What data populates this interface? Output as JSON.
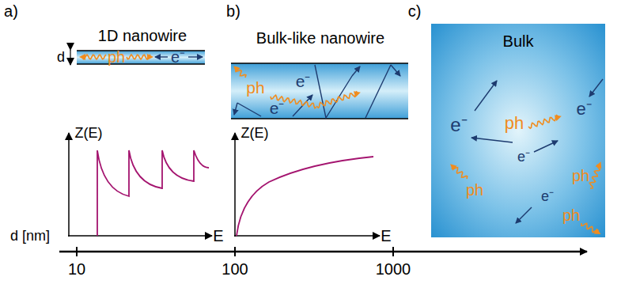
{
  "diagram": {
    "nodes": [
      {
        "text": [
          "1D nanowire",
          "ph",
          "e⁻"
        ]
      },
      {
        "text": [
          "Bulk-like nanowire",
          "ph",
          "e⁻",
          "e⁻"
        ]
      },
      {
        "text": [
          "Bulk",
          "e⁻",
          "ph",
          "e⁻",
          "e⁻",
          "ph",
          "ph",
          "e⁻",
          "ph"
        ]
      }
    ],
    "labels": [
      "a)",
      "b)",
      "c)",
      "d",
      "Z(E)",
      "E",
      "Z(E)",
      "E",
      "d [nm]",
      "10",
      "100",
      "1000"
    ]
  }
}
